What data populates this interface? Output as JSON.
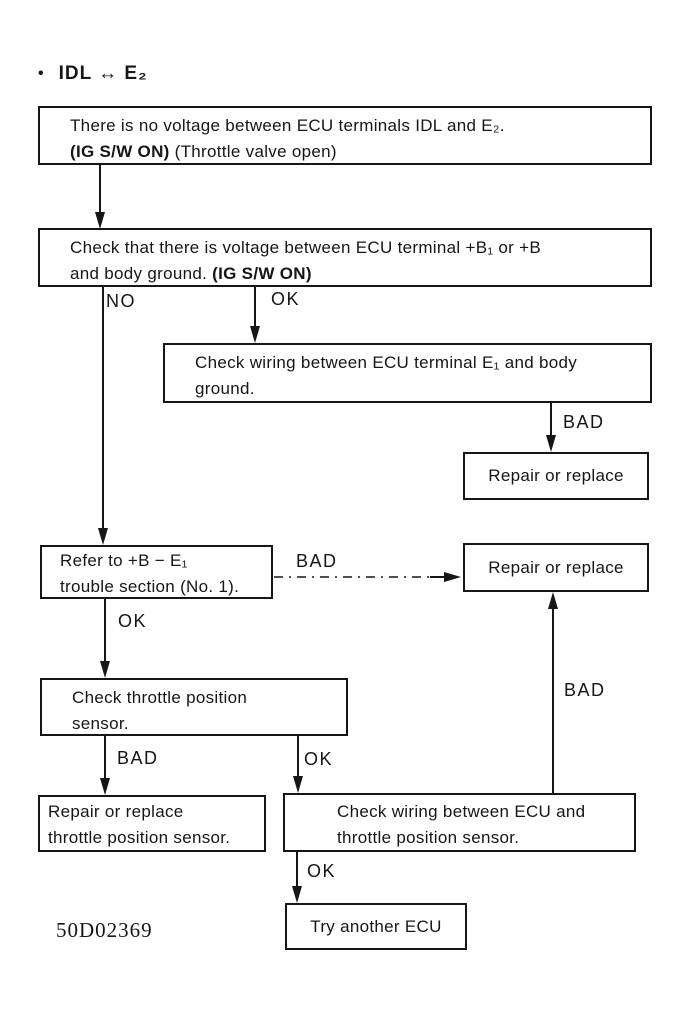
{
  "title": {
    "bullet": "•",
    "text": "IDL ↔ E₂"
  },
  "caption": "50D02369",
  "flowchart": {
    "boxes": {
      "no_voltage": {
        "line1": "There is no voltage between ECU terminals IDL and E₂.",
        "line2_bold": "(IG S/W ON)",
        "line2_rest": " (Throttle valve open)"
      },
      "check_voltage": {
        "line1": "Check that there is voltage between ECU terminal +B₁ or +B",
        "line2_rest": "and body ground. ",
        "line2_bold": "(IG S/W ON)"
      },
      "check_wiring_e1": {
        "line1": "Check wiring between ECU terminal E₁ and body",
        "line2": "ground."
      },
      "repair_replace_1": {
        "text": "Repair or replace"
      },
      "refer_trouble": {
        "line1": "Refer to +B − E₁",
        "line2": "trouble section (No. 1)."
      },
      "repair_replace_2": {
        "text": "Repair or replace"
      },
      "check_tps": {
        "line1": "Check throttle position",
        "line2": "sensor."
      },
      "repair_tps": {
        "line1": "Repair or replace",
        "line2": "throttle position sensor."
      },
      "check_wiring_tps": {
        "line1": "Check wiring between ECU and",
        "line2": "throttle position sensor."
      },
      "try_ecu": {
        "text": "Try another ECU"
      }
    },
    "labels": {
      "no1": "NO",
      "ok1": "OK",
      "bad1": "BAD",
      "bad2": "BAD",
      "ok2": "OK",
      "bad3": "BAD",
      "ok3": "OK",
      "bad4": "BAD",
      "ok4": "OK"
    }
  }
}
